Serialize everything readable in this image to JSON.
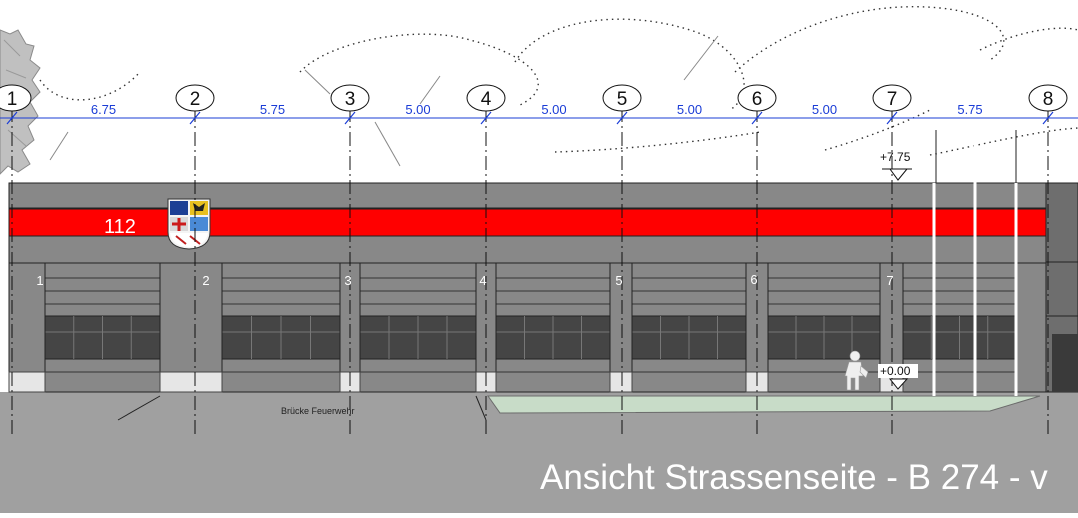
{
  "axes": [
    {
      "label": "1"
    },
    {
      "label": "2"
    },
    {
      "label": "3"
    },
    {
      "label": "4"
    },
    {
      "label": "5"
    },
    {
      "label": "6"
    },
    {
      "label": "7"
    },
    {
      "label": "8"
    }
  ],
  "dimensions": [
    "6.75",
    "5.75",
    "5.00",
    "5.00",
    "5.00",
    "5.00",
    "5.75"
  ],
  "bay_numbers": [
    "1",
    "2",
    "3",
    "4",
    "5",
    "6",
    "7"
  ],
  "emergency_number": "112",
  "levels": {
    "top": "+7.75",
    "ground": "+0.00"
  },
  "bridge_label": "Brücke Feuerwehr",
  "caption": "Ansicht Strassenseite - B 274 - v",
  "colors": {
    "dimension_line": "#1a3cd6",
    "facade": "#888888",
    "red_band": "#ff0000",
    "ground": "#a0a0a0",
    "window": "#454545",
    "plinth": "#e6e6e6",
    "paving": "#c8dcc8"
  }
}
